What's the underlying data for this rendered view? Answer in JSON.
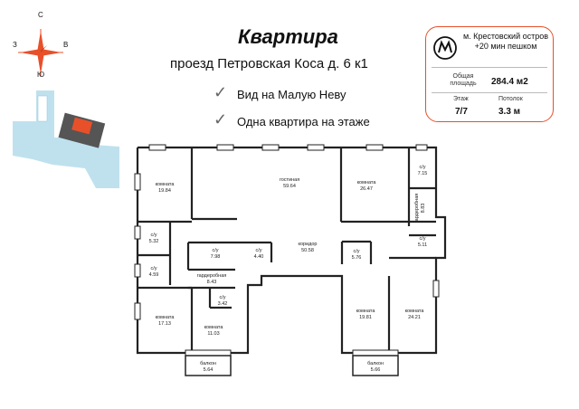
{
  "compass": {
    "north": "С",
    "south": "Ю",
    "west": "З",
    "east": "В"
  },
  "title": "Квартира",
  "address": "проезд Петровская Коса д. 6 к1",
  "features": [
    "Вид на Малую Неву",
    "Одна квартира на этаже"
  ],
  "info_card": {
    "metro": "м. Крестовский остров +20 мин пешком",
    "area_label": "Общая площадь",
    "area_value": "284.4 м2",
    "floor_label": "Этаж",
    "floor_value": "7/7",
    "ceiling_label": "Потолок",
    "ceiling_value": "3.3 м",
    "accent_color": "#e8502a"
  },
  "rooms": [
    {
      "name": "комната",
      "area": "19.84"
    },
    {
      "name": "гостиная",
      "area": "59.64"
    },
    {
      "name": "комната",
      "area": "26.47"
    },
    {
      "name": "с/у",
      "area": "7.15"
    },
    {
      "name": "гардеробная",
      "area": "8.83"
    },
    {
      "name": "с/у",
      "area": "5.32"
    },
    {
      "name": "с/у",
      "area": "7.98"
    },
    {
      "name": "с/у",
      "area": "4.40"
    },
    {
      "name": "коридор",
      "area": "50.58"
    },
    {
      "name": "с/у",
      "area": "5.76"
    },
    {
      "name": "с/у",
      "area": "5.11"
    },
    {
      "name": "с/у",
      "area": "4.59"
    },
    {
      "name": "гардеробная",
      "area": "8.43"
    },
    {
      "name": "с/у",
      "area": "3.42"
    },
    {
      "name": "комната",
      "area": "17.13"
    },
    {
      "name": "комната",
      "area": "11.03"
    },
    {
      "name": "комната",
      "area": "19.81"
    },
    {
      "name": "комната",
      "area": "24.21"
    },
    {
      "name": "балкон",
      "area": "5.64"
    },
    {
      "name": "балкон",
      "area": "5.66"
    }
  ]
}
